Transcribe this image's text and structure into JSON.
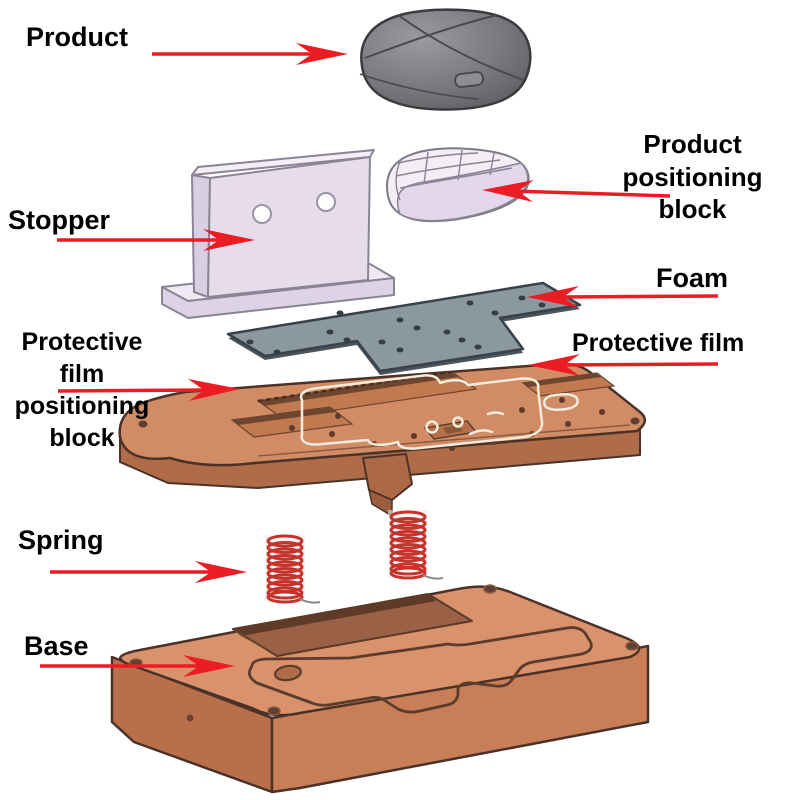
{
  "figure": {
    "type": "exploded-view-diagram",
    "description": "Exploded view of a protective film applicator jig assembly",
    "arrow_color": "#ec1c24",
    "text_color": "#000000",
    "labels": {
      "product": "Product",
      "stopper": "Stopper",
      "product_positioning_block": "Product positioning block",
      "foam": "Foam",
      "protective_film": "Protective film",
      "protective_film_positioning_block": "Protective film positioning block",
      "spring": "Spring",
      "base": "Base"
    },
    "parts": [
      {
        "id": "product",
        "label": "Product",
        "color": "#77777b"
      },
      {
        "id": "stopper",
        "label": "Stopper",
        "color": "#e6dcec"
      },
      {
        "id": "product-positioning-block",
        "label": "Product positioning block",
        "color": "#ece5f2"
      },
      {
        "id": "foam",
        "label": "Foam",
        "color": "#8c98a0"
      },
      {
        "id": "protective-film",
        "label": "Protective film",
        "color": "#f3ecdb"
      },
      {
        "id": "protective-film-positioning-block",
        "label": "Protective film positioning block",
        "color": "#d28c65"
      },
      {
        "id": "spring",
        "label": "Spring",
        "color": "#c5342c"
      },
      {
        "id": "base",
        "label": "Base",
        "color": "#d9926b"
      }
    ]
  }
}
